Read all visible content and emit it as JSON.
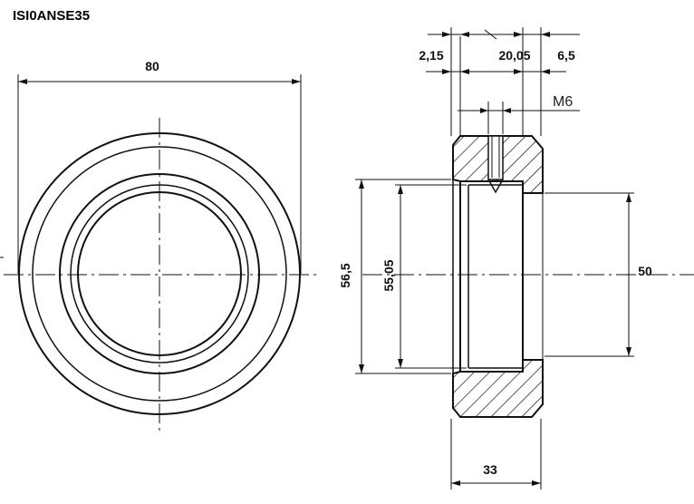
{
  "title": "ISI0ANSE35",
  "dimensions": {
    "outer_diameter": "80",
    "flange_thickness": "2,15",
    "body_width": "20,05",
    "step_width": "6,5",
    "thread": "M6",
    "bore_outer": "56,5",
    "bore_inner": "55,05",
    "rear_diameter": "50",
    "total_length": "33"
  },
  "colors": {
    "line": "#111111",
    "background": "#ffffff"
  }
}
